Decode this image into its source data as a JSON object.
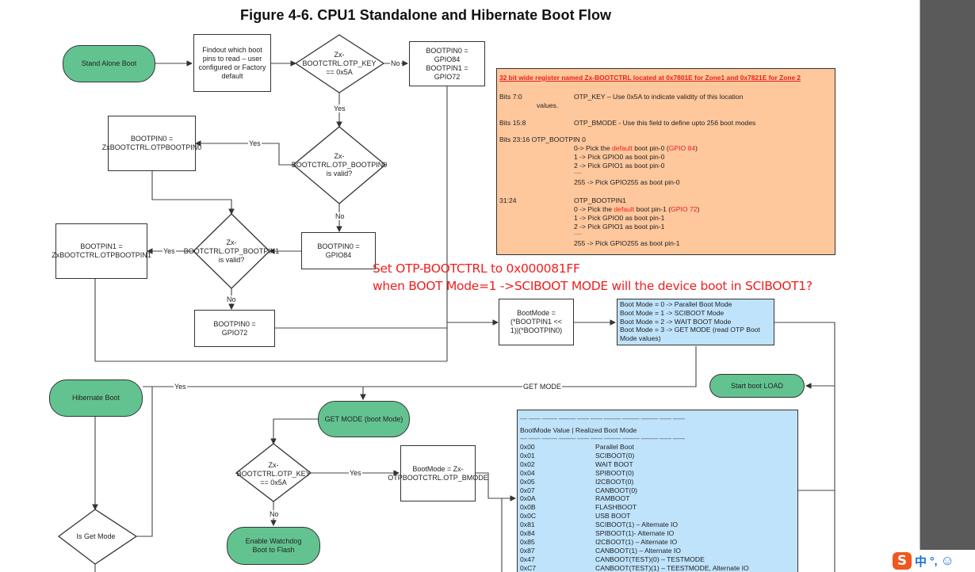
{
  "figure_title": "Figure 4-6. CPU1 Standalone and Hibernate Boot Flow",
  "nodes": {
    "stand_alone_boot": "Stand Alone Boot",
    "findout_boot_pins": "Findout which boot pins to read – user configured or Factory default",
    "key_check_1": "Zx-BOOTCTRL.OTP_KEY == 0x5A",
    "default_pins": "BOOTPIN0 = GPIO84 BOOTPIN1 = GPIO72",
    "bootpin0_valid_check": "Zx-BOOTCTRL.OTP_BOOTPIN0 is valid?",
    "bootpin0_from_otp": "BOOTPIN0 = ZxBOOTCTRL.OTPBOOTPIN0",
    "bootpin0_gpio84": "BOOTPIN0 = GPIO84",
    "bootpin1_valid_check": "Zx-BOOTCTRL.OTP_BOOTPIN1 is valid?",
    "bootpin1_from_otp": "BOOTPIN1 = ZxBOOTCTRL.OTPBOOTPIN1",
    "bootpin0_gpio72": "BOOTPIN0 = GPIO72",
    "bootmode_calc": "BootMode = (*BOOTPIN1 << 1)|(*BOOTPIN0)",
    "start_boot_load": "Start boot LOAD",
    "hibernate_boot": "Hibernate Boot",
    "is_get_mode": "Is Get Mode",
    "get_mode_boot_mode": "GET MODE (boot Mode)",
    "key_check_2": "Zx-BOOTCTRL.OTP_KEY == 0x5A",
    "bootmode_from_otp": "BootMode = Zx-OTPBOOTCTRL.OTP_BMODE",
    "enable_watchdog": "Enable Watchdog Boot to Flash"
  },
  "edge_labels": {
    "no": "No",
    "yes": "Yes",
    "get_mode": "GET MODE"
  },
  "register_box": {
    "header": "32 bit wide register named Zx-BOOTCTRL located at 0x7801E for Zone1 and 0x7821E for Zone 2",
    "bits_7_0_label": "Bits 7:0",
    "bits_7_0_text": "OTP_KEY – Use 0x5A to indicate validity of this location",
    "bits_7_0_text2": "values.",
    "bits_15_8_label": "Bits 15:8",
    "bits_15_8_text": "OTP_BMODE - Use this field to define upto 256 boot modes",
    "bits_23_16_label": "Bits 23:16  OTP_BOOTPIN 0",
    "bp0_line0_a": "0-> Pick the ",
    "bp0_line0_default": "default",
    "bp0_line0_b": " boot pin-0 (",
    "bp0_line0_gpio": "GPIO 84",
    "bp0_line0_c": ")",
    "bp0_line1": "1 -> Pick GPIO0 as boot pin-0",
    "bp0_line2": "2 -> Pick GPIO1 as boot pin-0",
    "bp0_ellipsis": ".....",
    "bp0_line255": "255 -> Pick GPIO255 as boot pin-0",
    "bits_31_24_label": "31:24",
    "bits_31_24_text": "OTP_BOOTPIN1",
    "bp1_line0_a": "0 -> Pick the ",
    "bp1_line0_default": "default",
    "bp1_line0_b": " boot pin-1 (",
    "bp1_line0_gpio": "GPIO 72",
    "bp1_line0_c": ")",
    "bp1_line1": "1 -> Pick GPIO0 as boot pin-1",
    "bp1_line2": "2 -> Pick GPIO1 as boot pin-1",
    "bp1_ellipsis": ".....",
    "bp1_line255": "255 -> Pick GPIO255 as boot pin-1"
  },
  "boot_mode_box": {
    "lines": [
      "Boot Mode = 0   -> Parallel Boot Mode",
      "Boot Mode = 1  -> SCIBOOT Mode",
      "Boot Mode = 2 -> WAIT BOOT Mode",
      "Boot Mode = 3 -> GET MODE (read OTP Boot",
      "Mode values)"
    ]
  },
  "boot_mode_table": {
    "dash_line": "---- ------- --------- ---------- ------- ------- ---------- ---------- ---------- ------- -------",
    "header": "BootMode Value  | Realized Boot Mode",
    "rows": [
      {
        "value": "0x00",
        "mode": "Parallel Boot"
      },
      {
        "value": "0x01",
        "mode": "SCIBOOT(0)"
      },
      {
        "value": "0x02",
        "mode": "WAIT BOOT"
      },
      {
        "value": "0x04",
        "mode": "SPIBOOT(0)"
      },
      {
        "value": "0x05",
        "mode": "I2CBOOT(0)"
      },
      {
        "value": "0x07",
        "mode": "CANBOOT(0)"
      },
      {
        "value": "0x0A",
        "mode": "RAMBOOT"
      },
      {
        "value": "0x0B",
        "mode": "FLASHBOOT"
      },
      {
        "value": "0x0C",
        "mode": "USB BOOT"
      },
      {
        "value": "0x81",
        "mode": "SCIBOOT(1) – Alternate IO"
      },
      {
        "value": "0x84",
        "mode": "SPIBOOT(1)- Alternate IO"
      },
      {
        "value": "0x85",
        "mode": "I2CBOOT(1) – Alternate IO"
      },
      {
        "value": "0x87",
        "mode": "CANBOOT(1) – Alternate IO"
      },
      {
        "value": "0x47",
        "mode": "CANBOOT(TEST)(0) – TESTMODE"
      },
      {
        "value": "0xC7",
        "mode": "CANBOOT(TEST)(1) – TEESTMODE, Alternate IO"
      }
    ]
  },
  "annotation": {
    "line1": "Set OTP-BOOTCTRL to 0x000081FF",
    "line2": "when BOOT Mode=1 ->SCIBOOT MODE will the device boot in SCIBOOT1?"
  },
  "ime_toolbar": {
    "logo": "S",
    "language": "中",
    "punctuation": "°,",
    "emoji": "☺"
  }
}
